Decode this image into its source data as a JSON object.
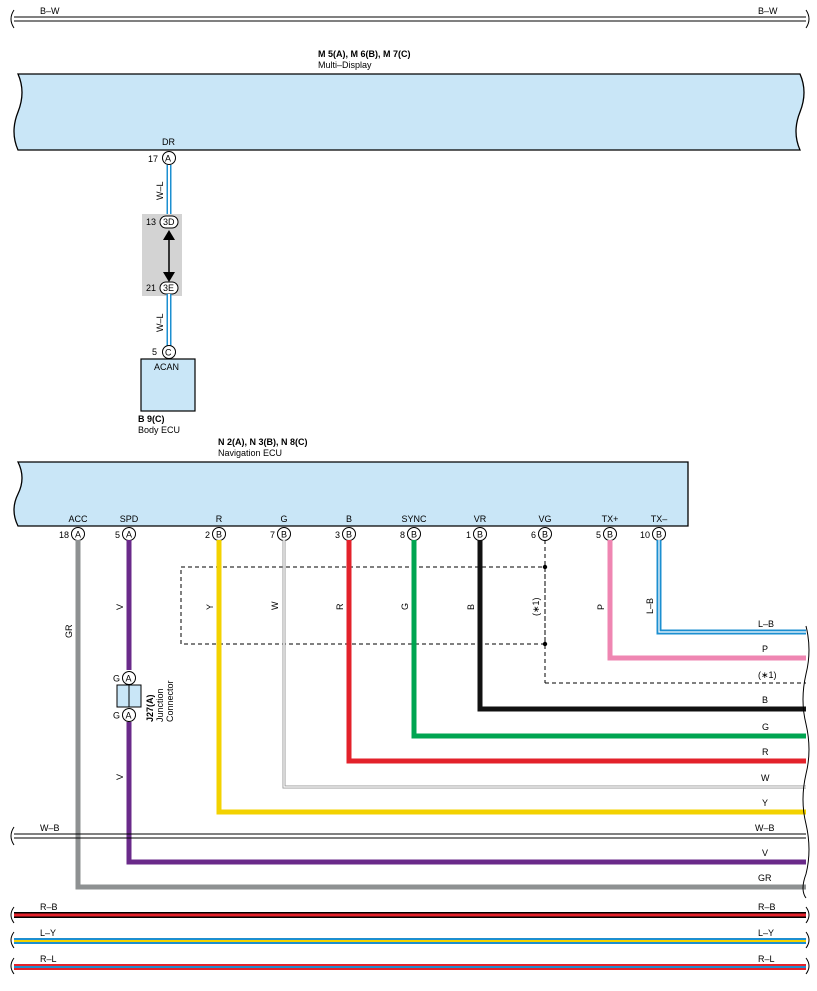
{
  "top_bus": {
    "label_left": "B–W",
    "label_right": "B–W"
  },
  "multi_display": {
    "code": "M 5(A), M 6(B), M 7(C)",
    "name": "Multi–Display",
    "pin": {
      "name": "DR",
      "number": "17",
      "connector": "A"
    }
  },
  "wire_dr_upper": {
    "color_code": "W–L"
  },
  "junction_block": {
    "top_pin": "13",
    "top_conn": "3D",
    "bottom_pin": "21",
    "bottom_conn": "3E"
  },
  "wire_dr_lower": {
    "color_code": "W–L"
  },
  "body_ecu": {
    "code": "B 9(C)",
    "name": "Body ECU",
    "inner_label": "ACAN",
    "pin_number": "5",
    "pin_connector": "C"
  },
  "navigation_ecu": {
    "code": "N 2(A), N 3(B), N 8(C)",
    "name": "Navigation ECU",
    "pins": [
      {
        "name": "ACC",
        "number": "18",
        "connector": "A",
        "wire": "GR"
      },
      {
        "name": "SPD",
        "number": "5",
        "connector": "A",
        "wire": "V"
      },
      {
        "name": "R",
        "number": "2",
        "connector": "B",
        "wire": "Y"
      },
      {
        "name": "G",
        "number": "7",
        "connector": "B",
        "wire": "W"
      },
      {
        "name": "B",
        "number": "3",
        "connector": "B",
        "wire": "R"
      },
      {
        "name": "SYNC",
        "number": "8",
        "connector": "B",
        "wire": "G"
      },
      {
        "name": "VR",
        "number": "1",
        "connector": "B",
        "wire": "B"
      },
      {
        "name": "VG",
        "number": "6",
        "connector": "B",
        "wire": "(∗1)"
      },
      {
        "name": "TX+",
        "number": "5",
        "connector": "B",
        "wire": "P"
      },
      {
        "name": "TX–",
        "number": "10",
        "connector": "B",
        "wire": "L–B"
      }
    ]
  },
  "junction_connector": {
    "code": "J27(A)",
    "name_line1": "Junction",
    "name_line2": "Connector",
    "top_wire": "G",
    "top_conn": "A",
    "bottom_wire": "G",
    "bottom_conn": "A",
    "wire_below": "V"
  },
  "right_exits": [
    "L–B",
    "P",
    "(∗1)",
    "B",
    "G",
    "R",
    "W",
    "Y",
    "W–B",
    "V",
    "GR",
    "R–B",
    "L–Y",
    "R–L"
  ],
  "buses": [
    {
      "label_left": "W–B",
      "label_right": "W–B"
    },
    {
      "label_left": "R–B",
      "label_right": "R–B"
    },
    {
      "label_left": "L–Y",
      "label_right": "L–Y"
    },
    {
      "label_left": "R–L",
      "label_right": "R–L"
    }
  ],
  "colors": {
    "component_fill": "#c9e6f7",
    "junction_gray": "#d3d3d3",
    "GR": "#8e9192",
    "V": "#6a2a8a",
    "Y": "#f3d200",
    "W": "#9a9a9a",
    "R": "#e3222b",
    "G": "#00a551",
    "B": "#111111",
    "P": "#ef86b2",
    "L": "#1c8fd0"
  }
}
